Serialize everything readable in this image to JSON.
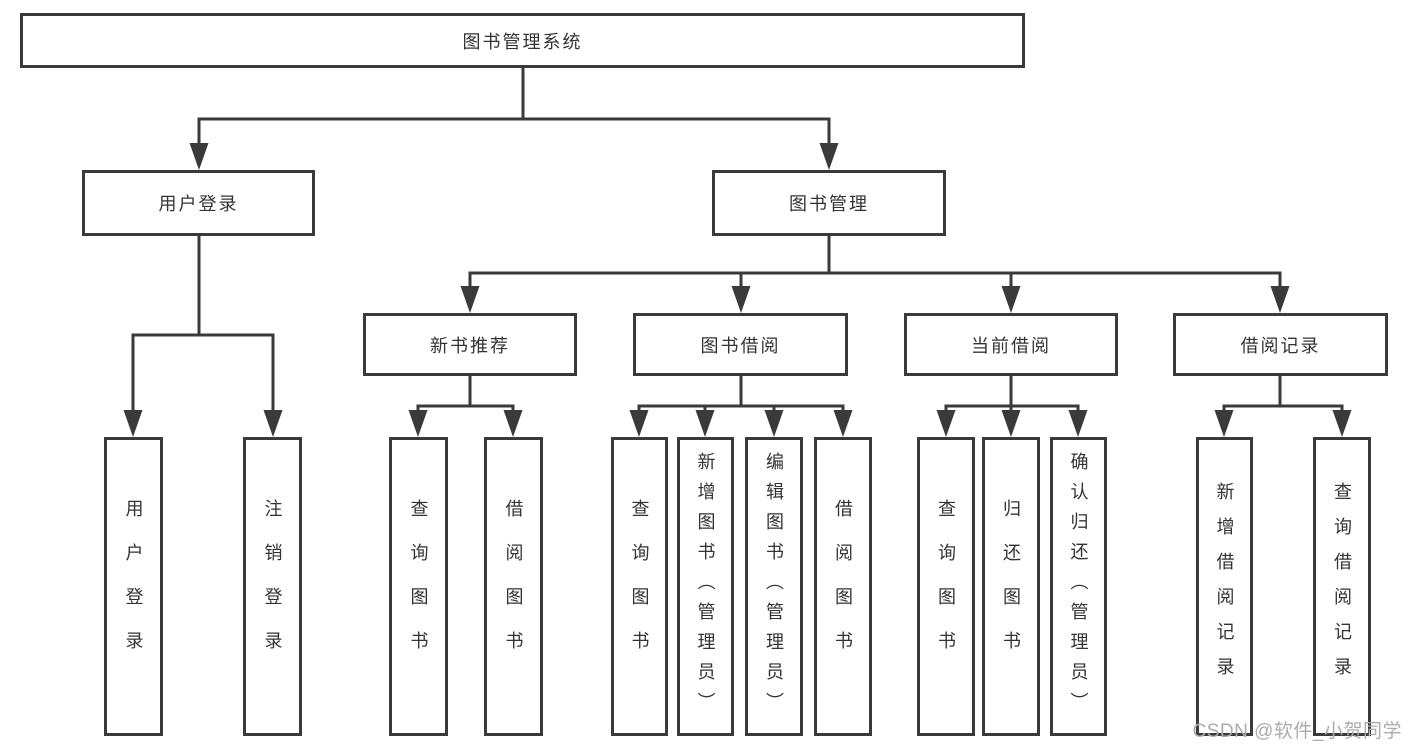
{
  "tree": {
    "root": {
      "label": "图书管理系统"
    },
    "user_login": {
      "label": "用户登录",
      "leaves": [
        "用户登录",
        "注销登录"
      ]
    },
    "book_mgmt": {
      "label": "图书管理",
      "groups": [
        {
          "label": "新书推荐",
          "leaves": [
            "查询图书",
            "借阅图书"
          ]
        },
        {
          "label": "图书借阅",
          "leaves": [
            "查询图书",
            "新增图书（管理员）",
            "编辑图书（管理员）",
            "借阅图书"
          ]
        },
        {
          "label": "当前借阅",
          "leaves": [
            "查询图书",
            "归还图书",
            "确认归还（管理员）"
          ]
        },
        {
          "label": "借阅记录",
          "leaves": [
            "新增借阅记录",
            "查询借阅记录"
          ]
        }
      ]
    }
  },
  "watermark": "CSDN @软件_小贺同学",
  "colors": {
    "line": "#3a3a3a",
    "box_fill": "#ffffff",
    "text": "#333333",
    "watermark": "#acacac"
  }
}
